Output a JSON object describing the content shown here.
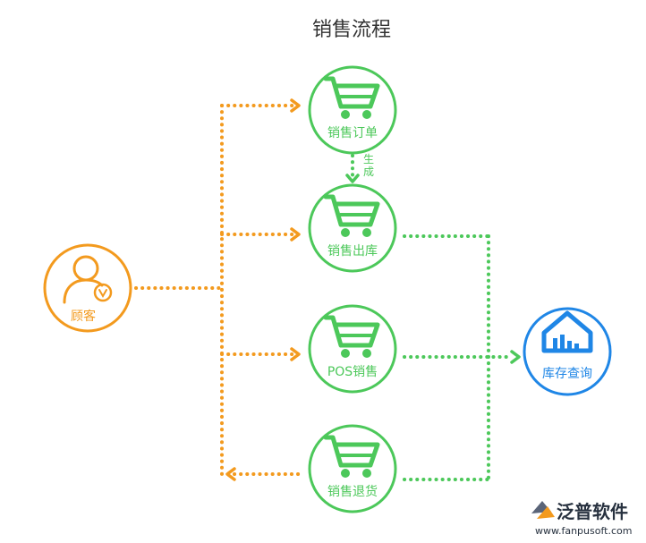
{
  "title": "销售流程",
  "colors": {
    "orange": "#f39a1e",
    "green": "#4cc85a",
    "blue": "#1f86e6"
  },
  "nodes": {
    "customer": {
      "label": "顾客",
      "icon": "customer-icon"
    },
    "sales_order": {
      "label": "销售订单",
      "icon": "shopping-cart-icon"
    },
    "sales_outbound": {
      "label": "销售出库",
      "icon": "shopping-cart-icon"
    },
    "pos_sales": {
      "label": "POS销售",
      "icon": "shopping-cart-icon"
    },
    "sales_return": {
      "label": "销售退货",
      "icon": "shopping-cart-icon"
    },
    "inventory_query": {
      "label": "库存查询",
      "icon": "warehouse-icon"
    }
  },
  "edge_labels": {
    "generate_line1": "生",
    "generate_line2": "成"
  },
  "logo": {
    "name": "泛普软件",
    "url": "www.fanpusoft.com"
  }
}
